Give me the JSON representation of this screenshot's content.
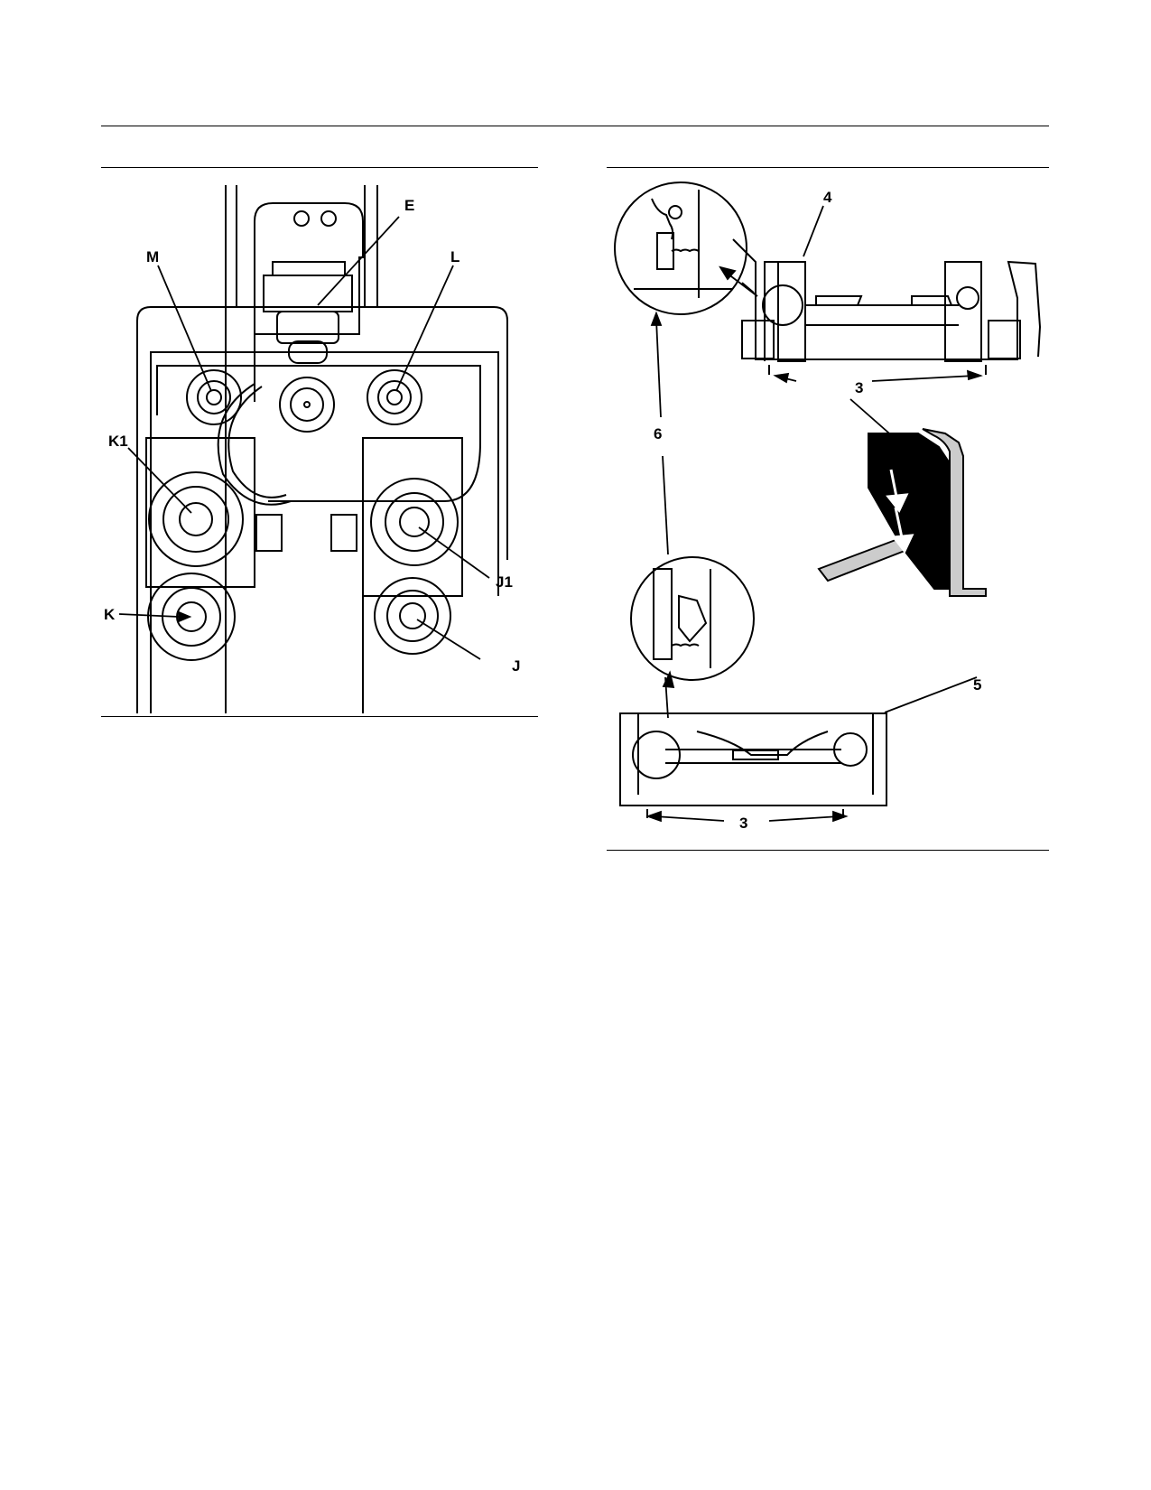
{
  "figures": {
    "left": {
      "callouts": {
        "E": "E",
        "M": "M",
        "L": "L",
        "K1": "K1",
        "K": "K",
        "J1": "J1",
        "J": "J"
      }
    },
    "right": {
      "callouts": {
        "four": "4",
        "three_top": "3",
        "six": "6",
        "five": "5",
        "three_bottom": "3"
      }
    }
  }
}
